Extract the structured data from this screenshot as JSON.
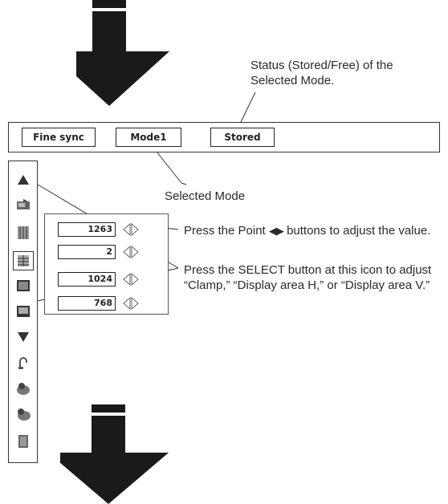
{
  "menu": {
    "fine_sync_label": "Fine sync",
    "mode_label": "Mode1",
    "status_label": "Stored"
  },
  "values": [
    "1263",
    "2",
    "1024",
    "768"
  ],
  "callouts": {
    "status": "Status (Stored/Free) of the Selected Mode.",
    "selected_mode": "Selected Mode",
    "point_pre": "Press the Point",
    "point_post": "buttons to adjust the value.",
    "select": "Press the SELECT button at this icon to adjust “Clamp,” “Display area H,” or “Display area V.”"
  },
  "sidebar_icons": [
    "up-arrow-icon",
    "fine-sync-icon",
    "total-dots-icon",
    "position-icon",
    "display-h-icon",
    "display-v-icon",
    "down-arrow-icon",
    "reset-icon",
    "mode-free-icon",
    "store-icon",
    "quit-icon"
  ],
  "colors": {
    "arrow": "#1a1a1a",
    "line": "#333333",
    "icon": "#555555"
  }
}
